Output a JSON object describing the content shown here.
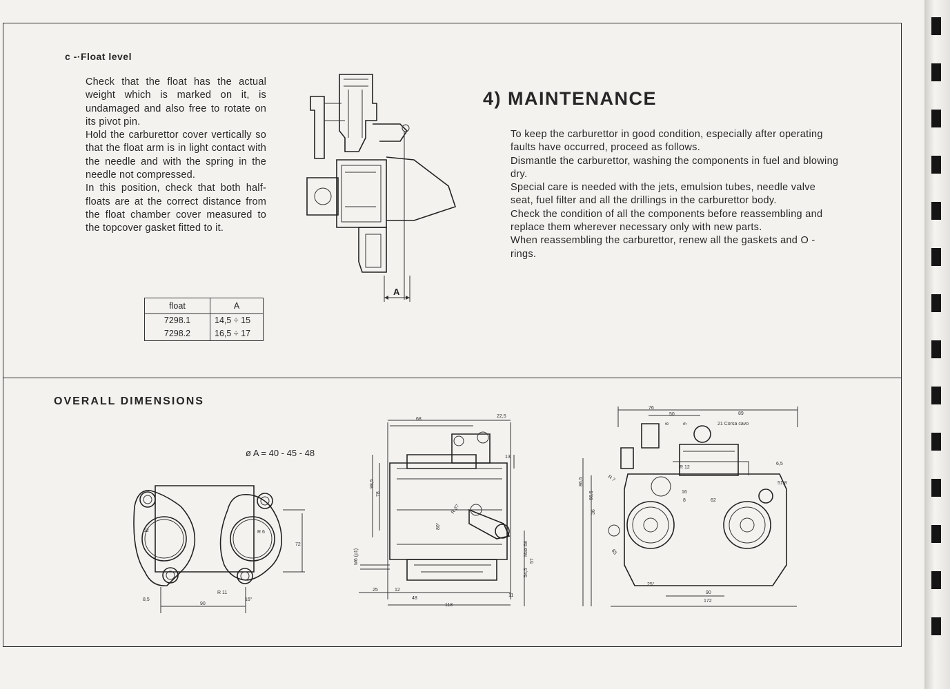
{
  "float_section": {
    "heading": "c -·Float level",
    "paragraphs": [
      "Check that the float has the actual weight which is marked on it, is undamaged and also free to rotate on its pivot pin.",
      "Hold the carburettor cover vertically so that the float arm is in light contact with the needle and with the spring in the needle not compressed.",
      "In this position, check that both half-floats are at the correct distance from the float chamber cover measured to the topcover gasket fitted to it."
    ],
    "figure_label": "A",
    "table": {
      "headers": [
        "float",
        "A"
      ],
      "rows": [
        [
          "7298.1",
          "14,5 ÷ 15"
        ],
        [
          "7298.2",
          "16,5 ÷ 17"
        ]
      ]
    }
  },
  "maintenance": {
    "title": "4) MAINTENANCE",
    "paragraphs": [
      "To keep the carburettor in good condition, especially after operating faults have occurred, proceed as follows.",
      "Dismantle the carburettor, washing the components in fuel and blowing dry.",
      "Special care is needed with the jets, emulsion tubes, needle valve seat, fuel filter and all the drillings in the carburettor body.",
      "Check the condition of all the components before reassembling and replace them wherever necessary only with new parts.",
      "When reassembling the carburettor, renew all the gaskets and O - rings."
    ]
  },
  "overall_dimensions": {
    "title": "OVERALL DIMENSIONS",
    "diameter_note": "ø A = 40 - 45 - 48",
    "flange_dims": [
      "62",
      "72",
      "8,5",
      "R 11",
      "16°",
      "90",
      "R 6"
    ],
    "side_dims": [
      "68",
      "22,5",
      "13",
      "98,5",
      "78",
      "R 37",
      "80°",
      "M6 (p1)",
      "54,5",
      "Max 68",
      "57",
      "25",
      "12",
      "48",
      "118",
      "11"
    ],
    "front_dims": [
      "76",
      "50",
      "89",
      "21 Corsa cavo",
      "8",
      "9",
      "86,5",
      "66,5",
      "R 12",
      "R 7",
      "6,5",
      "51,8",
      "16",
      "8",
      "62",
      "36",
      "85",
      "25°",
      "90",
      "172"
    ]
  }
}
